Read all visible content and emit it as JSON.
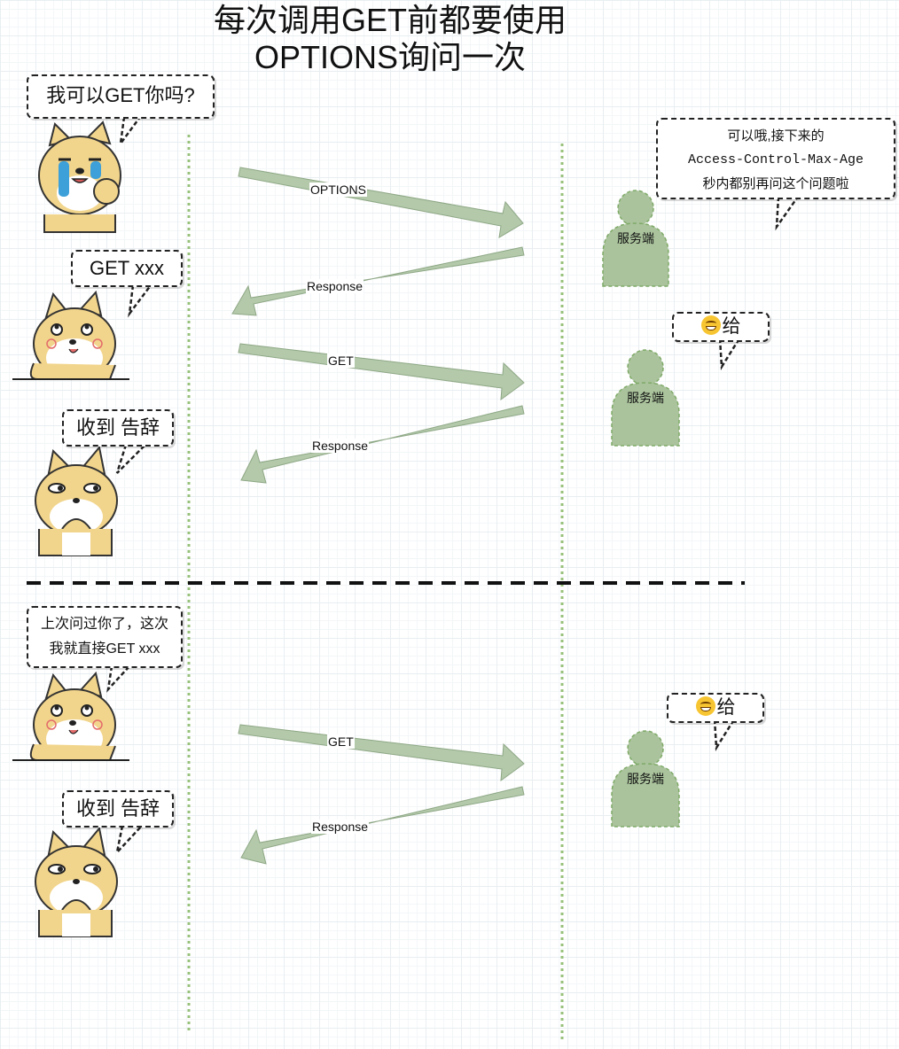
{
  "title_line1": "每次调用GET前都要使用",
  "title_line2": "OPTIONS询问一次",
  "client_bubbles": [
    "我可以GET你吗?",
    "GET  xxx",
    "收到  告辞",
    "上次问过你了，这次",
    "我就直接GET  xxx",
    "收到  告辞"
  ],
  "server_bubbles": {
    "first_line1": "可以哦,接下来的",
    "first_code": "Access-Control-Max-Age",
    "first_line3": "秒内都别再问这个问题啦",
    "give1": "给",
    "give2": "给"
  },
  "server_label": "服务端",
  "arrows": {
    "options": "OPTIONS",
    "response1": "Response",
    "get1": "GET",
    "response2": "Response",
    "get2": "GET",
    "response3": "Response"
  },
  "colors": {
    "arrow_fill": "#b3c9aa",
    "arrow_stroke": "#8fa886",
    "lifeline": "#97c17a",
    "server_fill": "#aac39c",
    "server_stroke": "#7faa68",
    "doge_body": "#f2d58c",
    "doge_white": "#ffffff"
  },
  "icons": [
    "doge-crying-icon",
    "doge-smug-icon",
    "doge-shifty-icon",
    "doge-smug-icon",
    "doge-shifty-icon",
    "grinning-emoji-icon"
  ]
}
